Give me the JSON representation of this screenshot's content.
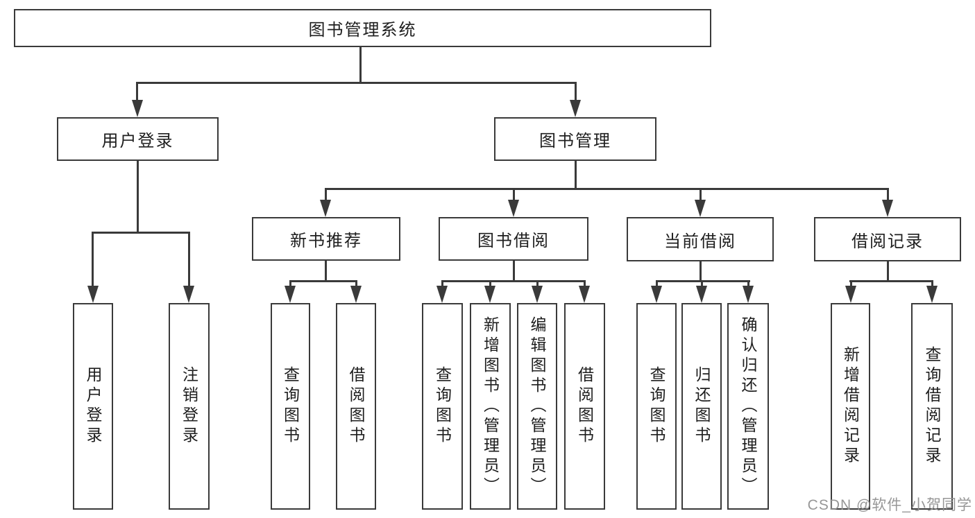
{
  "tree": {
    "root": {
      "label": "图书管理系统",
      "children": [
        {
          "label": "用户登录",
          "children": [
            {
              "label": "用户登录"
            },
            {
              "label": "注销登录"
            }
          ]
        },
        {
          "label": "图书管理",
          "children": [
            {
              "label": "新书推荐",
              "children": [
                {
                  "label": "查询图书"
                },
                {
                  "label": "借阅图书"
                }
              ]
            },
            {
              "label": "图书借阅",
              "children": [
                {
                  "label": "查询图书"
                },
                {
                  "label": "新增图书（管理员）"
                },
                {
                  "label": "编辑图书（管理员）"
                },
                {
                  "label": "借阅图书"
                }
              ]
            },
            {
              "label": "当前借阅",
              "children": [
                {
                  "label": "查询图书"
                },
                {
                  "label": "归还图书"
                },
                {
                  "label": "确认归还（管理员）"
                }
              ]
            },
            {
              "label": "借阅记录",
              "children": [
                {
                  "label": "新增借阅记录"
                },
                {
                  "label": "查询借阅记录"
                }
              ]
            }
          ]
        }
      ]
    }
  },
  "watermark": {
    "text": "CSDN @软件_小贺同学"
  },
  "colors": {
    "line": "#3a3a3a",
    "border": "#3a3a3a",
    "text": "#1e1e1e",
    "background": "#ffffff",
    "watermark": "#919191"
  }
}
